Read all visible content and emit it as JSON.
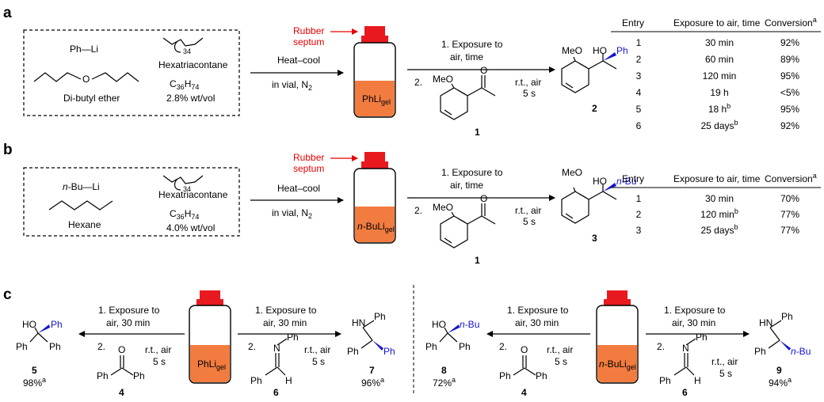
{
  "panels": {
    "a": {
      "label": "a",
      "box": {
        "base": "Ph—Li",
        "solvent_name": "Di-butyl ether",
        "gelator_name": "Hexatriacontane",
        "gelator_repeat": "34",
        "formula_main": "C",
        "formula_sub1": "36",
        "formula_h": "H",
        "formula_sub2": "74",
        "concentration": "2.8% wt/vol"
      },
      "septum_label_line1": "Rubber",
      "septum_label_line2": "septum",
      "arrow1_top": "Heat–cool",
      "arrow1_bottom_main": "in vial, N",
      "arrow1_bottom_sub": "2",
      "vial_label_main": "PhLi",
      "vial_label_sub": "gel",
      "step1_line1": "1. Exposure to",
      "step1_line2": "air, time",
      "step2_num": "2.",
      "step2_cond1": "r.t., air",
      "step2_cond2": "5 s",
      "ketone_substituent": "MeO",
      "ketone_number": "1",
      "product_oh": "HO",
      "product_meo": "MeO",
      "product_group": "Ph",
      "product_number": "2",
      "table": {
        "headers": [
          "Entry",
          "Exposure to air, time",
          "Conversion"
        ],
        "header_sup": "a",
        "rows": [
          {
            "entry": "1",
            "time": "30 min",
            "time_sup": "",
            "conversion": "92%"
          },
          {
            "entry": "2",
            "time": "60 min",
            "time_sup": "",
            "conversion": "89%"
          },
          {
            "entry": "3",
            "time": "120 min",
            "time_sup": "",
            "conversion": "95%"
          },
          {
            "entry": "4",
            "time": "19 h",
            "time_sup": "",
            "conversion": "<5%"
          },
          {
            "entry": "5",
            "time": "18 h",
            "time_sup": "b",
            "conversion": "95%"
          },
          {
            "entry": "6",
            "time": "25 days",
            "time_sup": "b",
            "conversion": "92%"
          }
        ]
      }
    },
    "b": {
      "label": "b",
      "box": {
        "base_prefix": "n",
        "base": "-Bu—Li",
        "solvent_name": "Hexane",
        "gelator_name": "Hexatriacontane",
        "gelator_repeat": "34",
        "formula_main": "C",
        "formula_sub1": "36",
        "formula_h": "H",
        "formula_sub2": "74",
        "concentration": "4.0% wt/vol"
      },
      "septum_label_line1": "Rubber",
      "septum_label_line2": "septum",
      "arrow1_top": "Heat–cool",
      "arrow1_bottom_main": "in vial, N",
      "arrow1_bottom_sub": "2",
      "vial_label_prefix": "n",
      "vial_label_main": "-BuLi",
      "vial_label_sub": "gel",
      "step1_line1": "1. Exposure to",
      "step1_line2": "air, time",
      "step2_num": "2.",
      "step2_cond1": "r.t., air",
      "step2_cond2": "5 s",
      "ketone_substituent": "MeO",
      "ketone_number": "1",
      "product_oh": "HO",
      "product_meo": "MeO",
      "product_group_prefix": "n",
      "product_group": "-Bu",
      "product_number": "3",
      "table": {
        "headers": [
          "Entry",
          "Exposure to air, time",
          "Conversion"
        ],
        "header_sup": "a",
        "rows": [
          {
            "entry": "1",
            "time": "30 min",
            "time_sup": "",
            "conversion": "70%"
          },
          {
            "entry": "2",
            "time": "120 min",
            "time_sup": "b",
            "conversion": "77%"
          },
          {
            "entry": "3",
            "time": "25 days",
            "time_sup": "b",
            "conversion": "77%"
          }
        ]
      }
    },
    "c": {
      "label": "c",
      "exposure_line1": "1. Exposure to",
      "exposure_line2": "air, 30 min",
      "step2_num": "2.",
      "cond1": "r.t., air",
      "cond2": "5 s",
      "vial_left_main": "PhLi",
      "vial_left_sub": "gel",
      "vial_right_prefix": "n",
      "vial_right_main": "-BuLi",
      "vial_right_sub": "gel",
      "ph": "Ph",
      "ho": "HO",
      "hn": "HN",
      "n": "N",
      "h": "H",
      "o": "O",
      "nbu_prefix": "n",
      "nbu": "-Bu",
      "compounds": {
        "c5": {
          "number": "5",
          "yield": "98%",
          "sup": "a"
        },
        "c4": {
          "number": "4"
        },
        "c6": {
          "number": "6"
        },
        "c7": {
          "number": "7",
          "yield": "96%",
          "sup": "a"
        },
        "c8": {
          "number": "8",
          "yield": "72%",
          "sup": "a"
        },
        "c9": {
          "number": "9",
          "yield": "94%",
          "sup": "a"
        }
      }
    }
  },
  "colors": {
    "vial_cap": "#e8191f",
    "vial_gel": "#f27c3f",
    "septum_text": "#e60000",
    "bond_highlight": "#1414d2"
  }
}
